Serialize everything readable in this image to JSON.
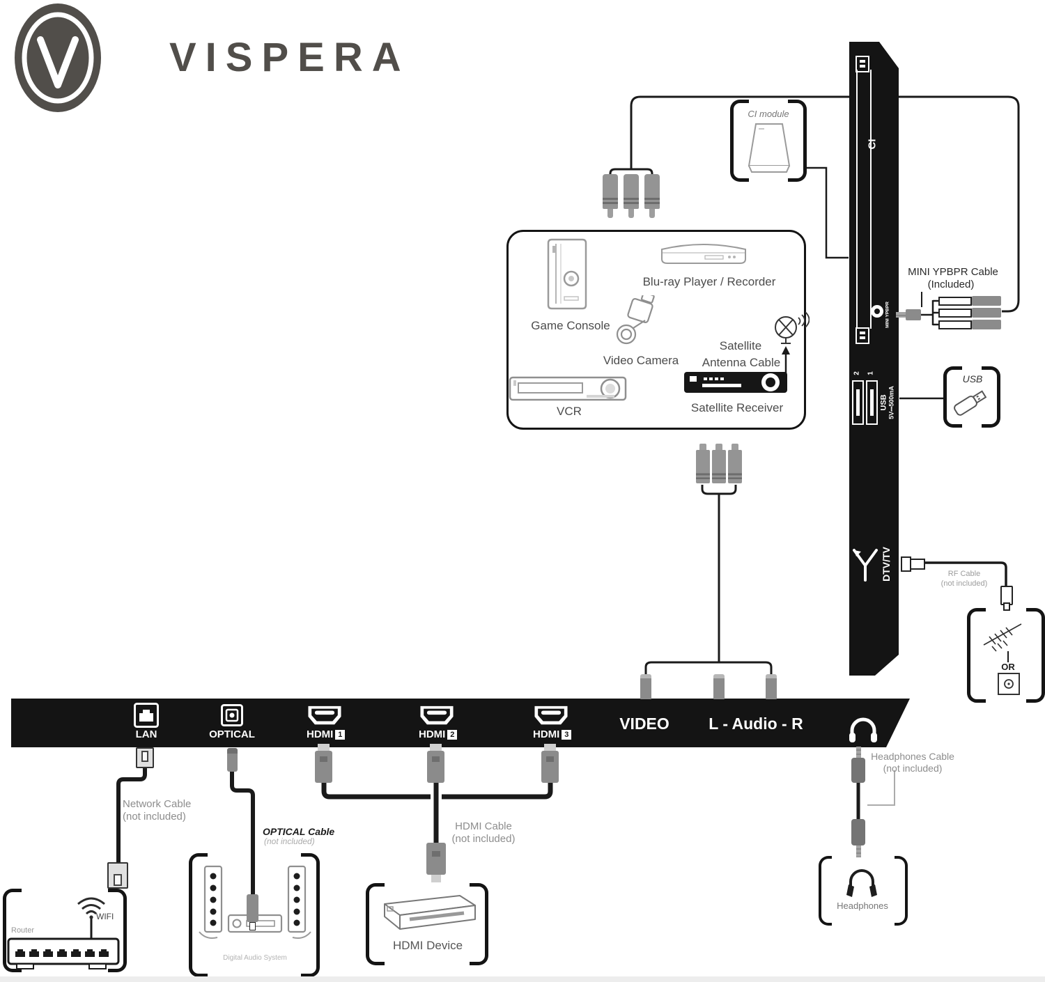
{
  "colors": {
    "panel_black": "#141414",
    "connector_gray": "#8b8b8b",
    "label_gray": "#8d8d8d",
    "text_dark": "#4c4c4c",
    "logo_gray": "#514e4a"
  },
  "brand": "VISPERA",
  "side_panel": {
    "ci": "CI",
    "mini_ypbpr": "MINI YPBPR",
    "usb_port_2": "2",
    "usb_port_1": "1",
    "usb": "USB",
    "usb_power": "5V⎓500mA",
    "dtv": "DTV/TV"
  },
  "bottom_panel": {
    "lan": "LAN",
    "optical": "OPTICAL",
    "hdmi": "HDMI",
    "hdmi1_num": "1",
    "hdmi2_num": "2",
    "hdmi3_num": "3",
    "video": "VIDEO",
    "audio": "L - Audio - R"
  },
  "devices_box": {
    "game_console": "Game Console",
    "bluray": "Blu-ray Player / Recorder",
    "video_camera": "Video Camera",
    "satellite_line1": "Satellite",
    "satellite_line2": "Antenna Cable",
    "vcr": "VCR",
    "satellite_receiver": "Satellite Receiver"
  },
  "ci_module_label": "CI module",
  "usb_box_label": "USB",
  "or_label": "OR",
  "cables": {
    "mini_ypbpr_1": "MINI YPBPR Cable",
    "mini_ypbpr_2": "(Included)",
    "rf_1": "RF Cable",
    "rf_2": "(not included)",
    "network_1": "Network Cable",
    "network_2": "(not included)",
    "optical_1": "OPTICAL Cable",
    "optical_2": "(not included)",
    "hdmi_1": "HDMI Cable",
    "hdmi_2": "(not included)",
    "headphones_1": "Headphones Cable",
    "headphones_2": "(not included)"
  },
  "external_devices": {
    "router": "Router",
    "wifi": "WIFI",
    "digital_audio_system": "Digital Audio System",
    "hdmi_device": "HDMI Device",
    "headphones": "Headphones"
  }
}
